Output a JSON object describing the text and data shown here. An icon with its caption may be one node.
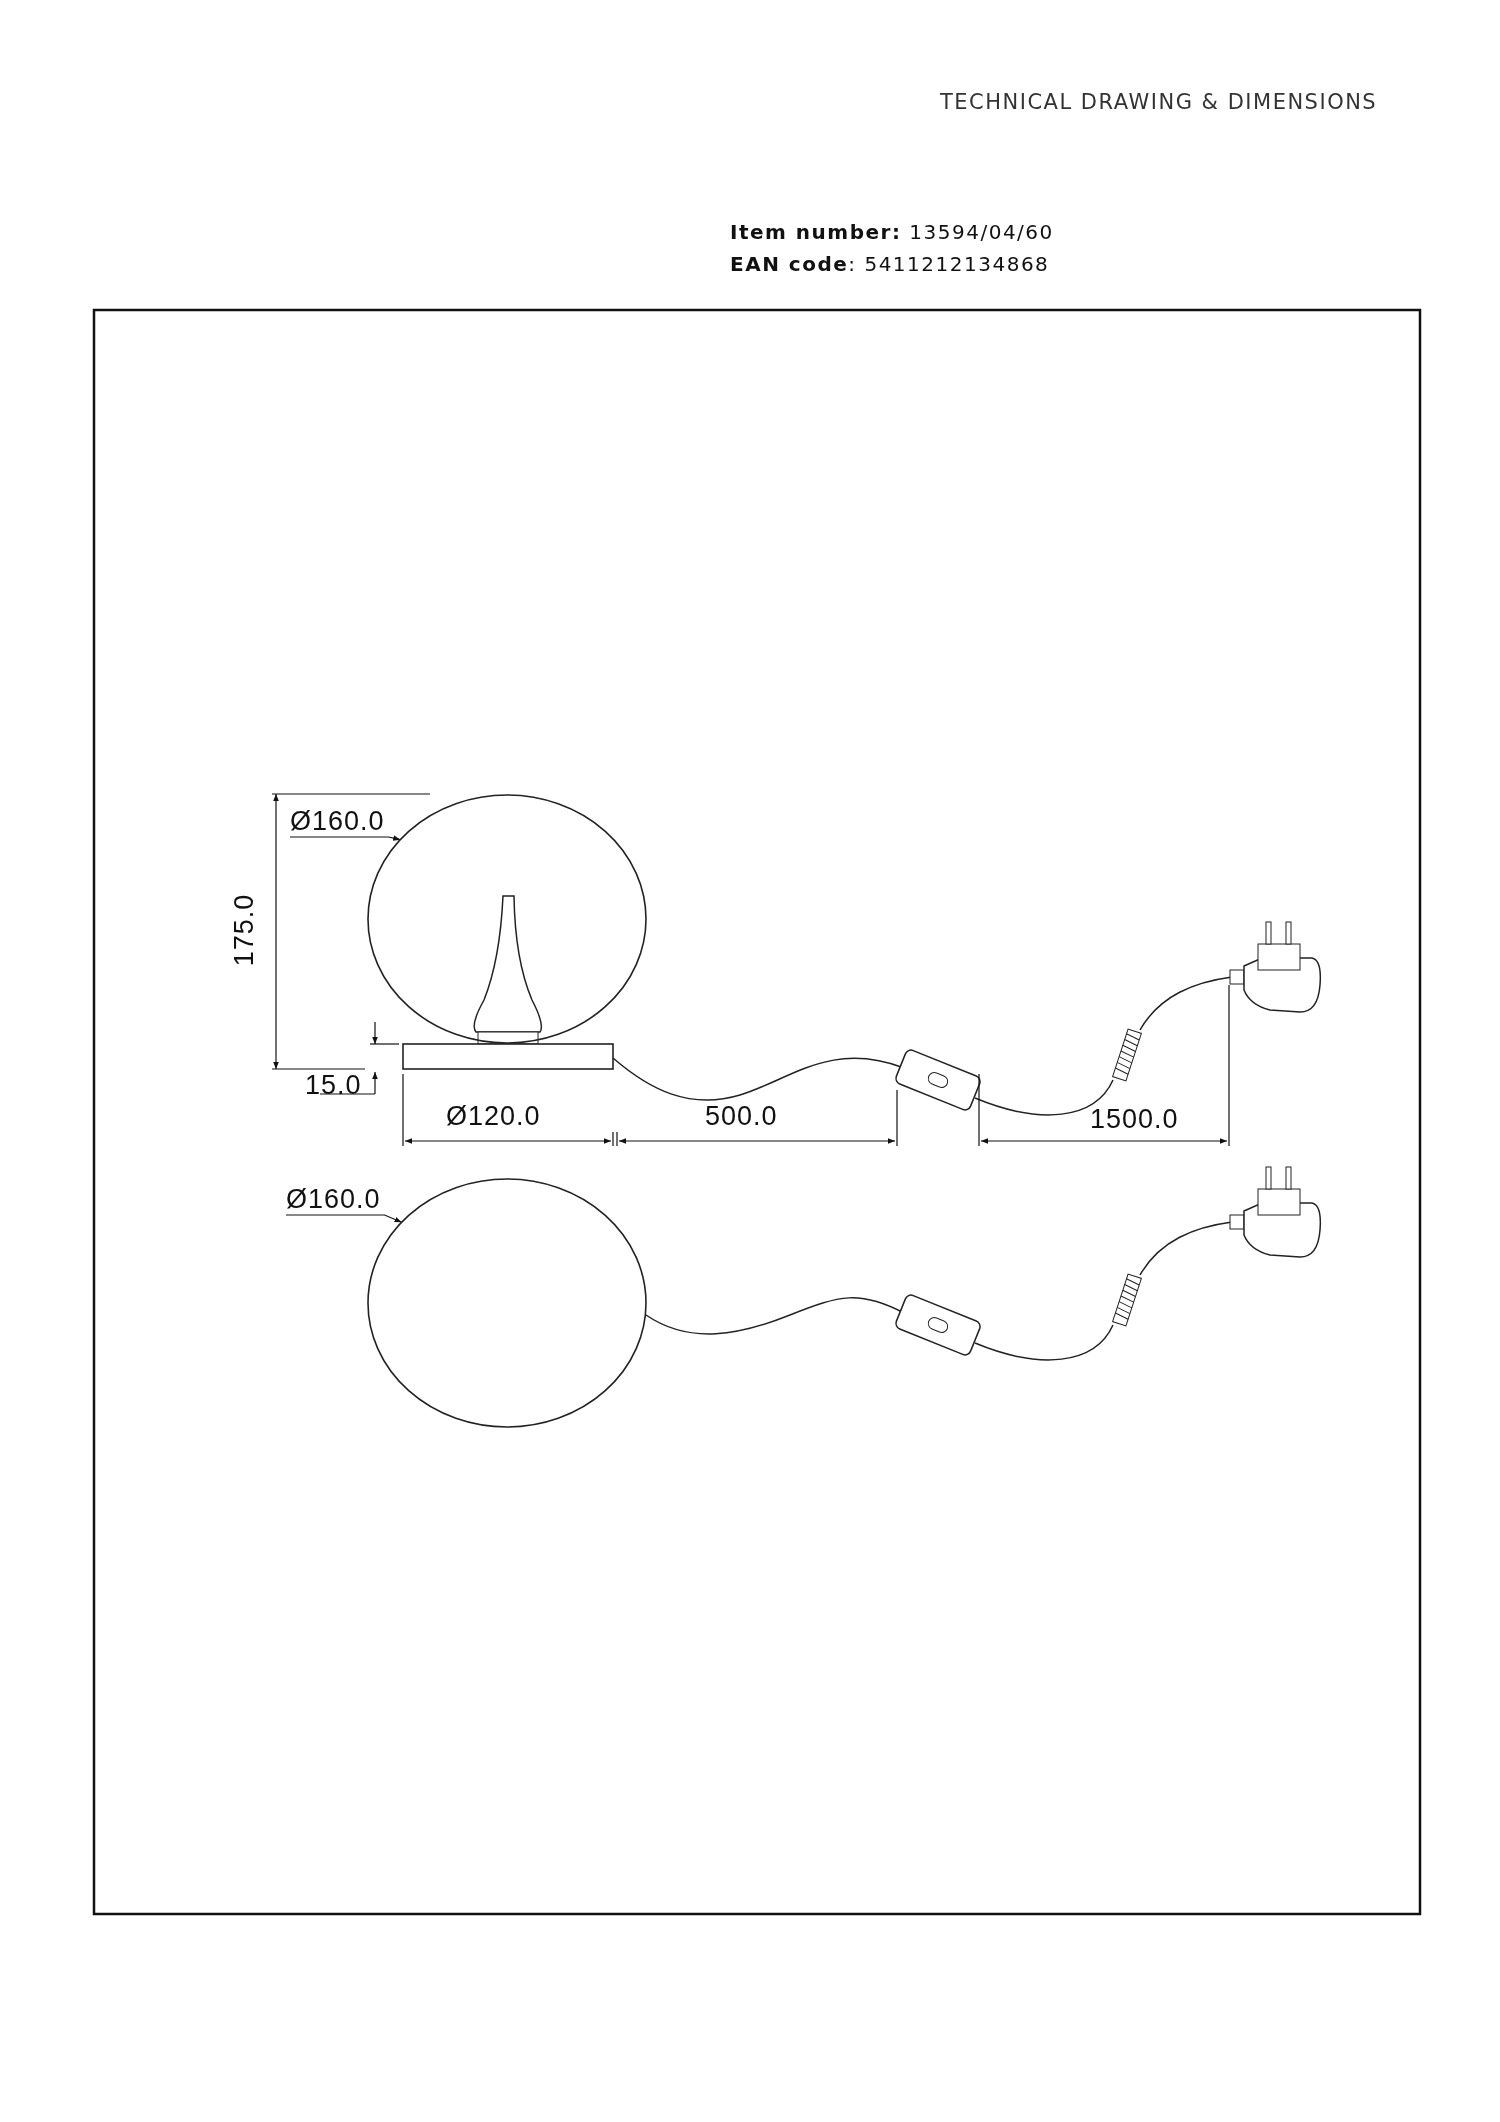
{
  "diagram": {
    "nodes": [
      {
        "text": [
          "Ø160.0"
        ]
      },
      {
        "text": [],
        "shape": "circle"
      },
      {
        "text": [
          "Ø160.0"
        ]
      },
      {
        "text": [],
        "shape": "circle"
      }
    ],
    "edges": [
      {
        "from": 0,
        "to": 1,
        "arrow": "to"
      },
      {
        "from": 2,
        "to": 3,
        "arrow": "to"
      }
    ],
    "labels": [
      "TECHNICAL DRAWING & DIMENSIONS",
      "**Item number:** 13594/04/60",
      "**EAN code**: 5411212134868",
      "175.0",
      "15.0",
      "Ø120.0",
      "500.0",
      "1500.0"
    ]
  }
}
